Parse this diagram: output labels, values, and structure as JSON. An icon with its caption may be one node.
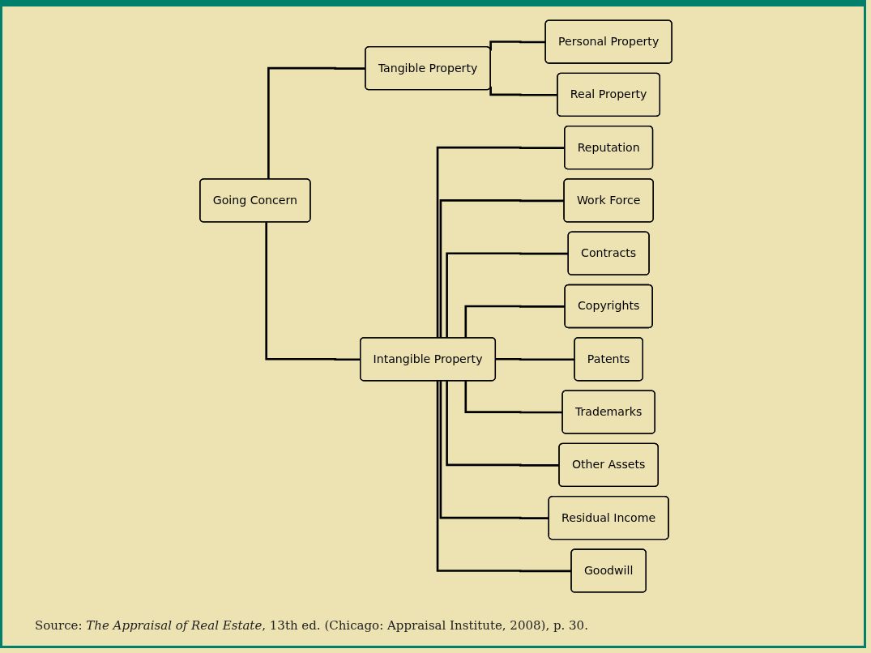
{
  "diagram": {
    "caption": "Source: *The Appraisal of Real Estate*, 13th ed. (Chicago: Appraisal Institute, 2008), p. 30.",
    "nodes": [
      {
        "text": [
          "Going Concern"
        ]
      },
      {
        "text": [
          "Tangible Property"
        ]
      },
      {
        "text": [
          "Intangible Property"
        ]
      },
      {
        "text": [
          "Personal Property"
        ]
      },
      {
        "text": [
          "Real Property"
        ]
      },
      {
        "text": [
          "Reputation"
        ]
      },
      {
        "text": [
          "Work Force"
        ]
      },
      {
        "text": [
          "Contracts"
        ]
      },
      {
        "text": [
          "Copyrights"
        ]
      },
      {
        "text": [
          "Patents"
        ]
      },
      {
        "text": [
          "Trademarks"
        ]
      },
      {
        "text": [
          "Other Assets"
        ]
      },
      {
        "text": [
          "Residual Income"
        ]
      },
      {
        "text": [
          "Goodwill"
        ]
      }
    ],
    "edges": [
      {
        "from": 0,
        "to": 1,
        "arrow": "none"
      },
      {
        "from": 0,
        "to": 2,
        "arrow": "none"
      },
      {
        "from": 1,
        "to": 3,
        "arrow": "none"
      },
      {
        "from": 1,
        "to": 4,
        "arrow": "none"
      },
      {
        "from": 2,
        "to": 5,
        "arrow": "none"
      },
      {
        "from": 2,
        "to": 6,
        "arrow": "none"
      },
      {
        "from": 2,
        "to": 7,
        "arrow": "none"
      },
      {
        "from": 2,
        "to": 8,
        "arrow": "none"
      },
      {
        "from": 2,
        "to": 9,
        "arrow": "none"
      },
      {
        "from": 2,
        "to": 10,
        "arrow": "none"
      },
      {
        "from": 2,
        "to": 11,
        "arrow": "none"
      },
      {
        "from": 2,
        "to": 12,
        "arrow": "none"
      },
      {
        "from": 2,
        "to": 13,
        "arrow": "none"
      }
    ]
  }
}
